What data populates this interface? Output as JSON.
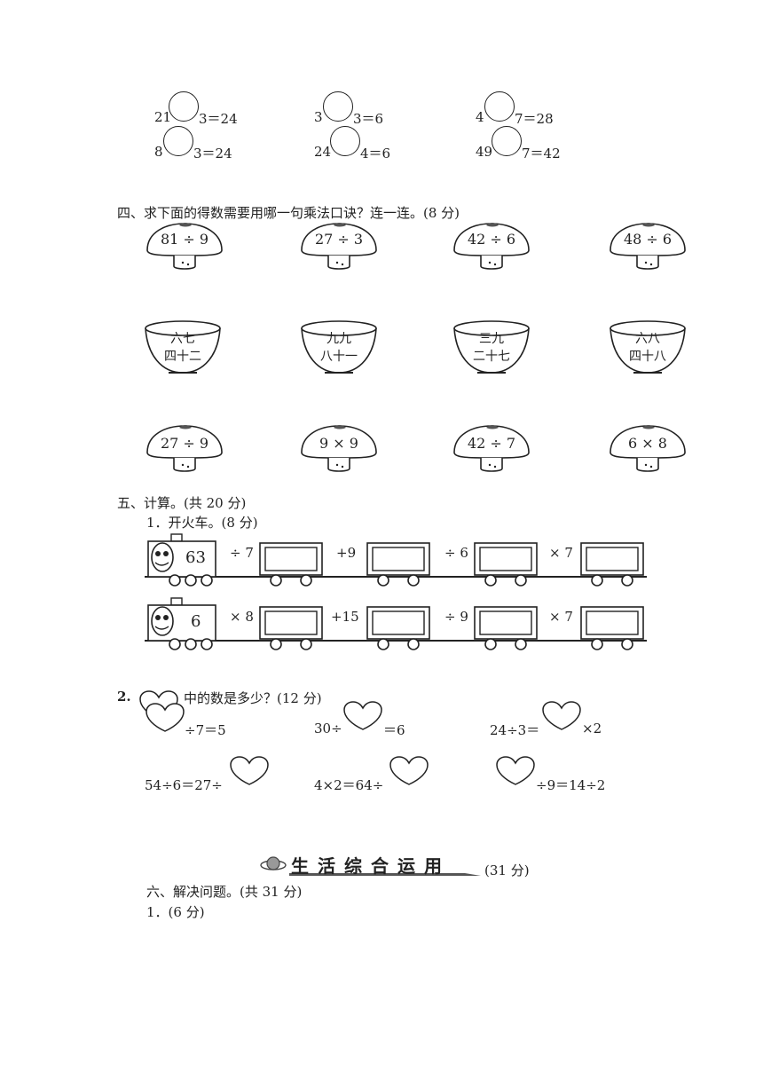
{
  "section3": {
    "equations": [
      {
        "left": "21",
        "right": "3＝24"
      },
      {
        "left": "3",
        "right": "3＝6"
      },
      {
        "left": "4",
        "right": "7＝28"
      },
      {
        "left": "8",
        "right": "3＝24"
      },
      {
        "left": "24",
        "right": "4＝6"
      },
      {
        "left": "49",
        "right": "7＝42"
      }
    ]
  },
  "section4": {
    "title": "四、求下面的得数需要用哪一句乘法口诀？连一连。(8 分)",
    "top_mushrooms": [
      "81 ÷ 9",
      "27 ÷ 3",
      "42 ÷ 6",
      "48 ÷ 6"
    ],
    "bowls": [
      {
        "line1": "六七",
        "line2": "四十二"
      },
      {
        "line1": "九九",
        "line2": "八十一"
      },
      {
        "line1": "三九",
        "line2": "二十七"
      },
      {
        "line1": "六八",
        "line2": "四十八"
      }
    ],
    "bottom_mushrooms": [
      "27 ÷ 9",
      "9 × 9",
      "42 ÷ 7",
      "6 × 8"
    ]
  },
  "section5": {
    "title": "五、计算。(共 20 分)",
    "q1_title": "1．开火车。(8 分)",
    "trains": [
      {
        "start": "63",
        "ops": [
          "÷ 7",
          "+9",
          "÷ 6",
          "× 7"
        ]
      },
      {
        "start": "6",
        "ops": [
          "× 8",
          "+15",
          "÷ 9",
          "× 7"
        ]
      }
    ],
    "q2_number": "2.",
    "q2_title": "中的数是多少？(12 分)",
    "heart_eqs": [
      {
        "before": "",
        "after": "÷7＝5"
      },
      {
        "before": "30÷",
        "after": "＝6"
      },
      {
        "before": "24÷3＝",
        "after": "×2"
      },
      {
        "before": "54÷6＝27÷",
        "after": ""
      },
      {
        "before": "4×2＝64÷",
        "after": ""
      },
      {
        "before": "",
        "after": "÷9＝14÷2"
      }
    ]
  },
  "banner": {
    "title": "生活综合运用",
    "score": "(31 分)"
  },
  "section6": {
    "title": "六、解决问题。(共 31 分)",
    "q1": "1．(6 分)"
  }
}
